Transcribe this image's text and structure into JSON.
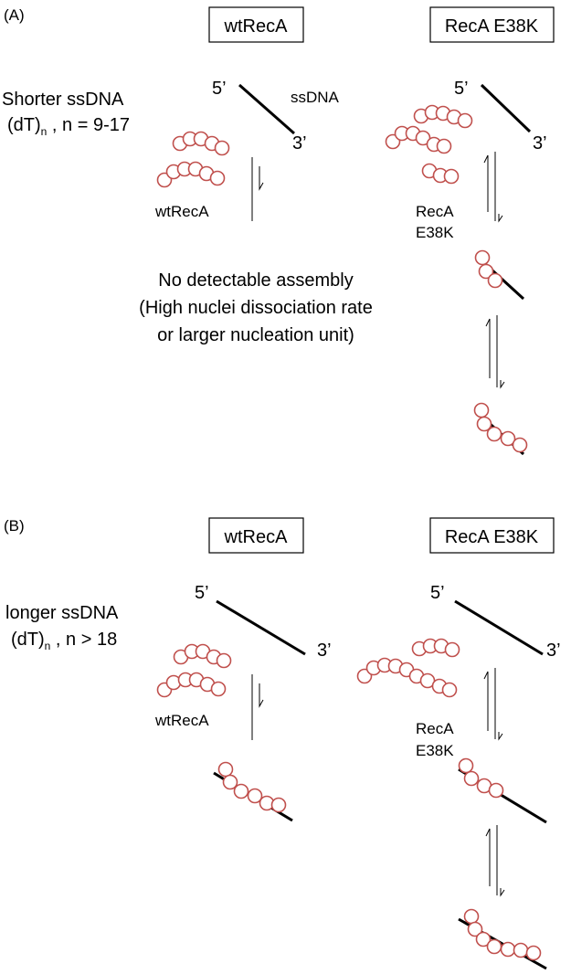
{
  "panel_a": {
    "tag": "(A)",
    "condition_line1": "Shorter ssDNA",
    "condition_line2_main": "(dT)",
    "condition_line2_sub": "n",
    "condition_line2_rest": " , n = 9-17",
    "left_header": "wtRecA",
    "right_header": "RecA E38K",
    "five_prime": "5’",
    "three_prime": "3’",
    "ssdna_label": "ssDNA",
    "left_protein": "wtRecA",
    "right_protein_line1": "RecA",
    "right_protein_line2": "E38K",
    "note_line1": "No detectable assembly",
    "note_line2": "(High nuclei dissociation rate",
    "note_line3": "or larger nucleation unit)"
  },
  "panel_b": {
    "tag": "(B)",
    "condition_line1": "longer ssDNA",
    "condition_line2_main": "(dT)",
    "condition_line2_sub": "n",
    "condition_line2_rest": " , n > 18",
    "left_header": "wtRecA",
    "right_header": "RecA E38K",
    "five_prime": "5’",
    "three_prime": "3’",
    "left_protein": "wtRecA",
    "right_protein_line1": "RecA",
    "right_protein_line2": "E38K"
  },
  "colors": {
    "recA_monomer_outline": "#c0504d",
    "ssdna_line": "#000000"
  }
}
